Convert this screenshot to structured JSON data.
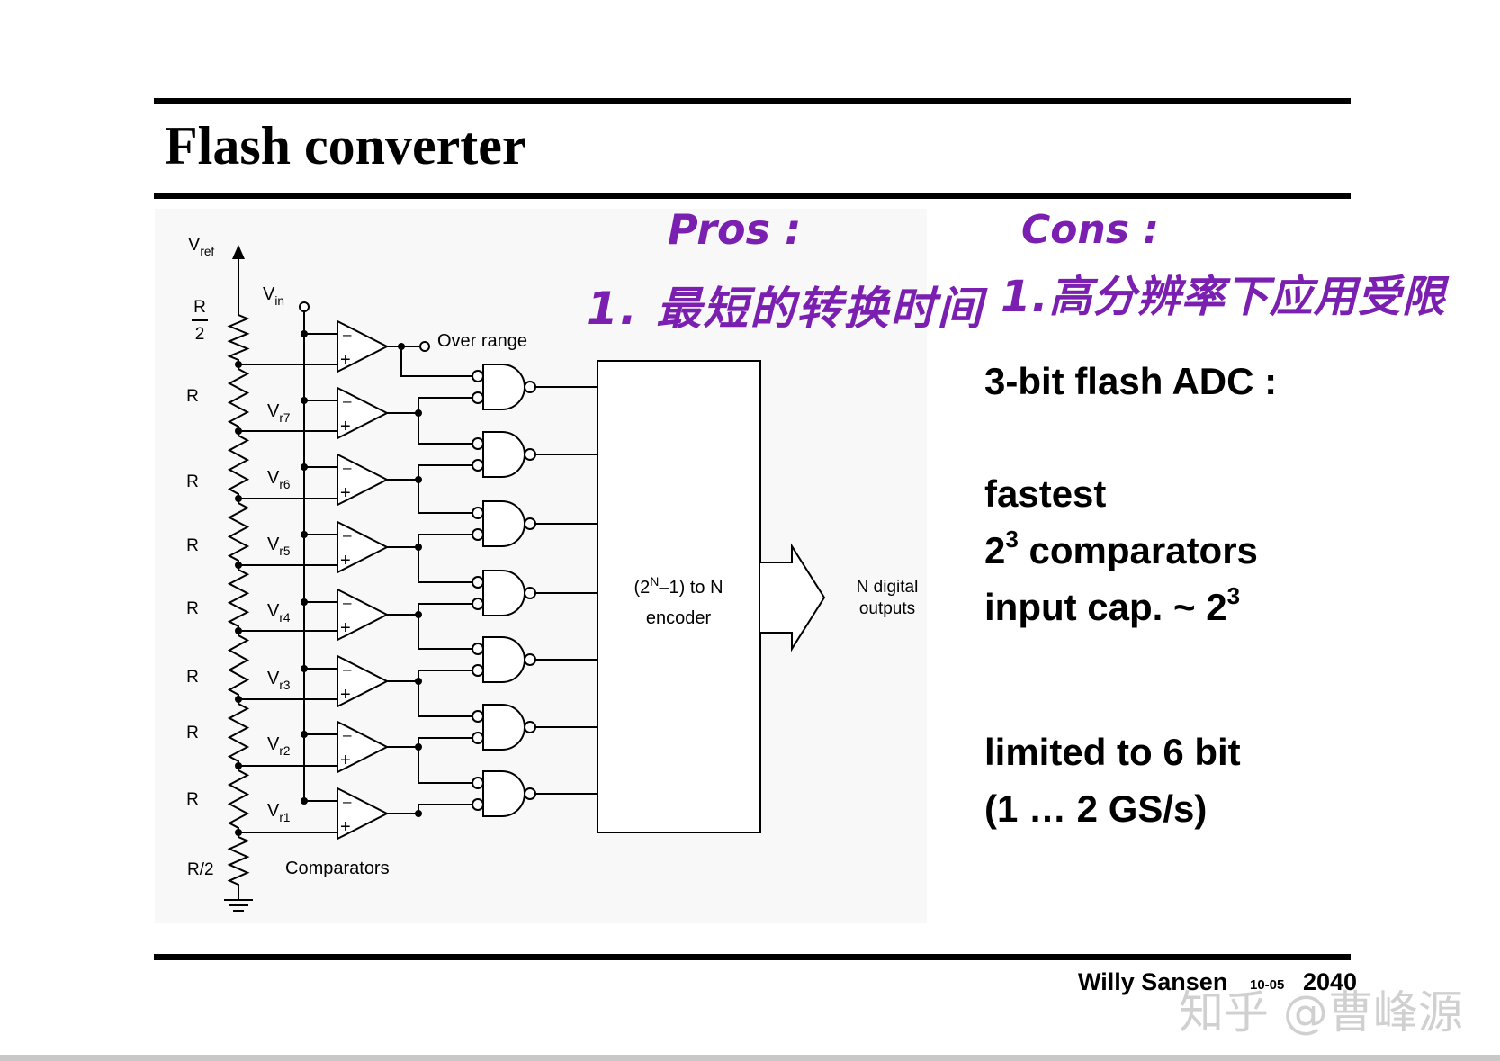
{
  "slide": {
    "title": "Flash converter",
    "footer_author": "Willy Sansen",
    "footer_date": "10-05",
    "footer_year": "2040",
    "watermark": "知乎 @曹峰源"
  },
  "circuit": {
    "vref": "V",
    "vref_sub": "ref",
    "vin": "V",
    "vin_sub": "in",
    "r_half_top_num": "R",
    "r_half_top_den": "2",
    "r_half_bottom": "R/2",
    "resistor_label": "R",
    "over_range": "Over range",
    "comparators": "Comparators",
    "tap_prefix": "V",
    "taps": [
      "r7",
      "r6",
      "r5",
      "r4",
      "r3",
      "r2",
      "r1"
    ],
    "encoder_line1": "(2",
    "encoder_sup": "N",
    "encoder_line1_rest": "–1) to N",
    "encoder_line2": "encoder",
    "outputs_line1": "N digital",
    "outputs_line2": "outputs",
    "comparator_minus": "–",
    "comparator_plus": "+"
  },
  "annotations": {
    "pros_title": "Pros :",
    "pros_item": "1. 最短的转换时间",
    "cons_title": "Cons :",
    "cons_item": "1.高分辨率下应用受限"
  },
  "notes": {
    "heading": "3-bit flash ADC :",
    "fastest": "fastest",
    "comparators_base": "2",
    "comparators_exp": "3",
    "comparators_text": " comparators",
    "input_cap_text": "input cap. ~ 2",
    "input_cap_exp": "3",
    "limited": "limited to 6 bit",
    "speed": "(1 … 2 GS/s)"
  }
}
